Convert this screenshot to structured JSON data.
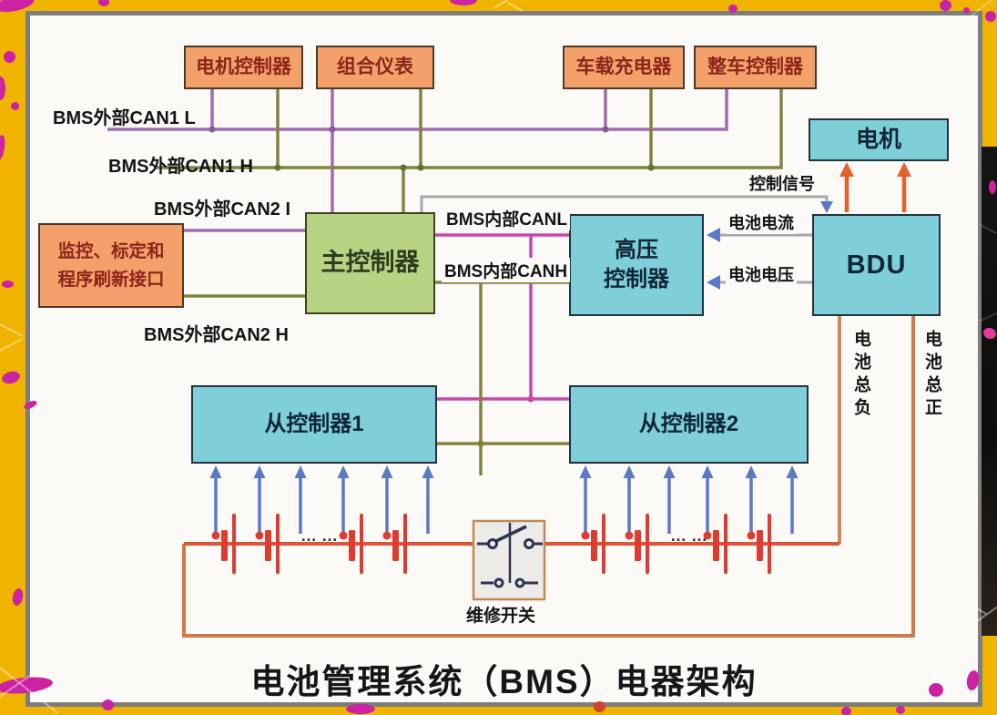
{
  "title": "电池管理系统（BMS）电器架构",
  "colors": {
    "frame_yellow": "#f0b400",
    "splatter_magenta": "#cb23a2",
    "panel_bg": "#fcfaf7",
    "panel_border": "#7d7d7d",
    "orange_box": "#f4a06b",
    "green_box": "#b9d384",
    "blue_box": "#7fcfdb",
    "can_purple": "#a06bb0",
    "can_olive": "#85823f",
    "can_magenta": "#c648ad",
    "signal_gray": "#a8a8a8",
    "power_orange": "#e2703a",
    "battery_red": "#e03b30",
    "sense_arrow_blue": "#5b79c4",
    "switch_navy": "#2a3552"
  },
  "boxes": {
    "motor_controller": {
      "label": "电机控制器"
    },
    "instrument_cluster": {
      "label": "组合仪表"
    },
    "onboard_charger": {
      "label": "车载充电器"
    },
    "vehicle_controller": {
      "label": "整车控制器"
    },
    "motor": {
      "label": "电机"
    },
    "monitor_interface": {
      "line1": "监控、标定和",
      "line2": "程序刷新接口"
    },
    "main_controller": {
      "label": "主控制器"
    },
    "hv_controller": {
      "line1": "高压",
      "line2": "控制器"
    },
    "bdu": {
      "label": "BDU"
    },
    "slave_controller_1": {
      "label": "从控制器1"
    },
    "slave_controller_2": {
      "label": "从控制器2"
    }
  },
  "wire_labels": {
    "can1_l": "BMS外部CAN1 L",
    "can1_h": "BMS外部CAN1 H",
    "can2_l": "BMS外部CAN2 I",
    "can2_h": "BMS外部CAN2 H",
    "internal_can_l": "BMS内部CANL",
    "internal_can_h": "BMS内部CANH",
    "control_signal": "控制信号",
    "battery_current": "电池电流",
    "battery_voltage": "电池电压",
    "battery_main_negative": "电池总负",
    "battery_main_positive": "电池总正",
    "service_switch": "维修开关",
    "ellipsis_left": "… …",
    "ellipsis_right": "… …"
  }
}
